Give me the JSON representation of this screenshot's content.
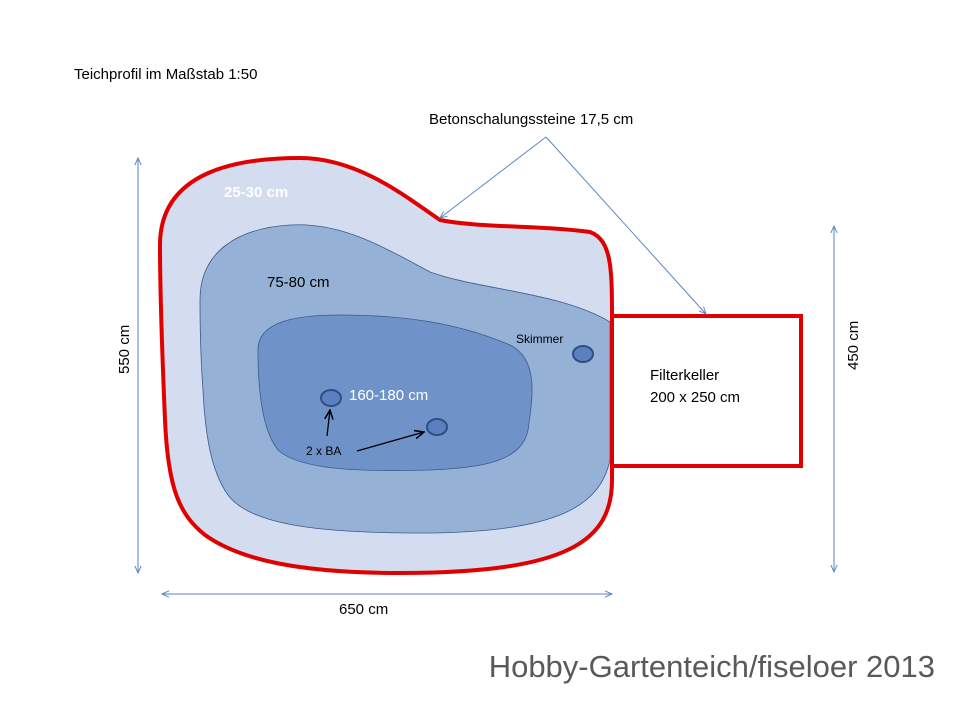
{
  "title": "Teichprofil im Maßstab 1:50",
  "wall_label": "Betonschalungssteine 17,5 cm",
  "zones": {
    "shallow": "25-30 cm",
    "middle": "75-80 cm",
    "deep": "160-180 cm"
  },
  "skimmer_label": "Skimmer",
  "drains_label": "2 x BA",
  "filter": {
    "line1": "Filterkeller",
    "line2": "200 x 250 cm"
  },
  "dimensions": {
    "height_pond": "550 cm",
    "width_pond": "650 cm",
    "height_filter": "450 cm"
  },
  "footer": "Hobby-Gartenteich/fiseloer 2013",
  "colors": {
    "outline": "#e00000",
    "zone_shallow": "#d3ddef",
    "zone_middle": "#95b1d6",
    "zone_deep": "#6f93c8",
    "zone_stroke": "#3c5a8c",
    "dimension_line": "#5b86c5",
    "footer_text": "#595959"
  }
}
